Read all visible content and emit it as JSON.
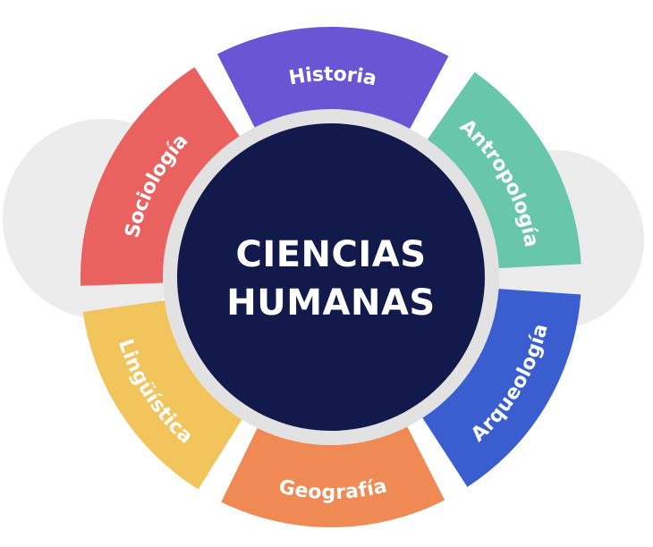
{
  "center": {
    "line1": "CIENCIAS",
    "line2": "HUMANAS",
    "color": "#111a4a"
  },
  "segments": [
    {
      "label": "Historia",
      "color": "#6a56d4"
    },
    {
      "label": "Antropología",
      "color": "#68c6a9"
    },
    {
      "label": "Arqueología",
      "color": "#3a5ed0"
    },
    {
      "label": "Geografía",
      "color": "#f08a55"
    },
    {
      "label": "Lingüística",
      "color": "#f2c45c"
    },
    {
      "label": "Sociología",
      "color": "#e9625f"
    }
  ],
  "background_blob_color": "#ececec",
  "ring_color": "#e2e2e2"
}
